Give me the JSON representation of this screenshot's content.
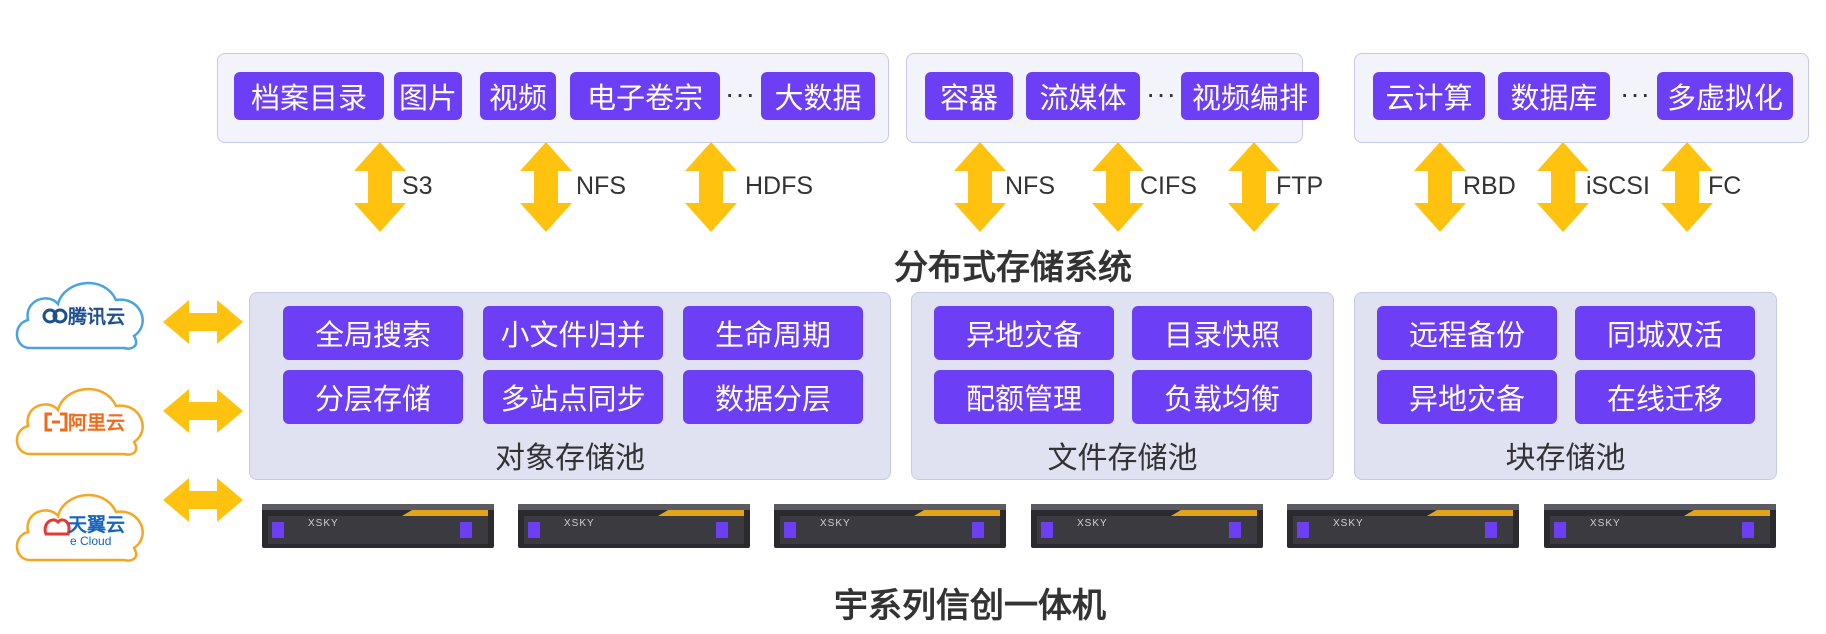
{
  "top_groups": [
    {
      "items": [
        "档案目录",
        "图片",
        "视频",
        "电子卷宗",
        "大数据"
      ],
      "ellipsis": "···"
    },
    {
      "items": [
        "容器",
        "流媒体",
        "视频编排"
      ],
      "ellipsis": "···"
    },
    {
      "items": [
        "云计算",
        "数据库",
        "多虚拟化"
      ],
      "ellipsis": "···"
    }
  ],
  "protocols": [
    "S3",
    "NFS",
    "HDFS",
    "NFS",
    "CIFS",
    "FTP",
    "RBD",
    "iSCSI",
    "FC"
  ],
  "system_title": "分布式存储系统",
  "pools": [
    {
      "title": "对象存储池",
      "items": [
        "全局搜索",
        "小文件归并",
        "生命周期",
        "分层存储",
        "多站点同步",
        "数据分层"
      ]
    },
    {
      "title": "文件存储池",
      "items": [
        "异地灾备",
        "目录快照",
        "配额管理",
        "负载均衡"
      ]
    },
    {
      "title": "块存储池",
      "items": [
        "远程备份",
        "同城双活",
        "异地灾备",
        "在线迁移"
      ]
    }
  ],
  "clouds": [
    {
      "name": "腾讯云",
      "color": "#1f4f8f"
    },
    {
      "name": "阿里云",
      "color": "#f26b1d"
    },
    {
      "name": "天翼云",
      "sub": "e Cloud",
      "color": "#1565c0"
    }
  ],
  "server_brand": "XSKY",
  "bottom_title": "宇系列信创一体机",
  "colors": {
    "chip": "#6c3ef5",
    "arrow": "#ffc20e",
    "pool_bg": "#e0e2f2",
    "group_bg": "#f2f3fb",
    "border": "#c5c9e6",
    "cloud_outline": "#4aa3df",
    "cloud_outline_orange": "#f5a623"
  }
}
